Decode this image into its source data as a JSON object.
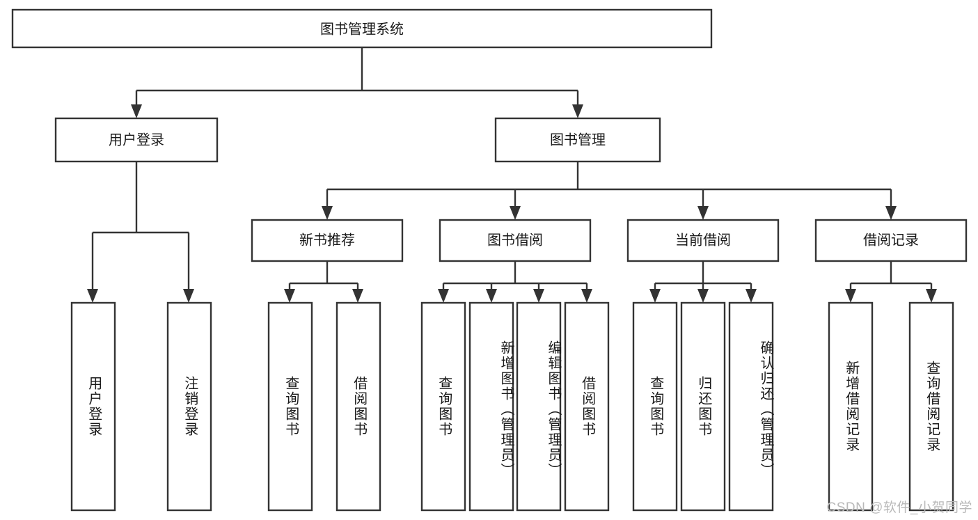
{
  "diagram": {
    "type": "tree",
    "title": "图书管理系统",
    "watermark": "CSDN @软件_小贺同学",
    "colors": {
      "box_stroke": "#333333",
      "box_fill": "#ffffff",
      "text": "#1a1a1a",
      "background": "#ffffff",
      "watermark": "#b9b9b9"
    },
    "nodes": {
      "root": {
        "label": "图书管理系统"
      },
      "level2": [
        {
          "id": "user-login",
          "label": "用户登录"
        },
        {
          "id": "book-management",
          "label": "图书管理"
        }
      ],
      "level3": [
        {
          "id": "new-book-recommend",
          "label": "新书推荐"
        },
        {
          "id": "book-borrow",
          "label": "图书借阅"
        },
        {
          "id": "current-borrow",
          "label": "当前借阅"
        },
        {
          "id": "borrow-record",
          "label": "借阅记录"
        }
      ],
      "leaves": {
        "user_login": [
          {
            "id": "leaf-user-login",
            "label": "用户登录"
          },
          {
            "id": "leaf-logout-login",
            "label": "注销登录"
          }
        ],
        "new_book_recommend": [
          {
            "id": "leaf-query-book-1",
            "label": "查询图书"
          },
          {
            "id": "leaf-borrow-book-1",
            "label": "借阅图书"
          }
        ],
        "book_borrow": [
          {
            "id": "leaf-query-book-2",
            "label": "查询图书"
          },
          {
            "id": "leaf-add-book",
            "label": "新增图书（管理员）"
          },
          {
            "id": "leaf-edit-book",
            "label": "编辑图书（管理员）"
          },
          {
            "id": "leaf-borrow-book-2",
            "label": "借阅图书"
          }
        ],
        "current_borrow": [
          {
            "id": "leaf-query-book-3",
            "label": "查询图书"
          },
          {
            "id": "leaf-return-book",
            "label": "归还图书"
          },
          {
            "id": "leaf-confirm-return",
            "label": "确认归还（管理员）"
          }
        ],
        "borrow_record": [
          {
            "id": "leaf-add-record",
            "label": "新增借阅记录"
          },
          {
            "id": "leaf-query-record",
            "label": "查询借阅记录"
          }
        ]
      }
    }
  }
}
